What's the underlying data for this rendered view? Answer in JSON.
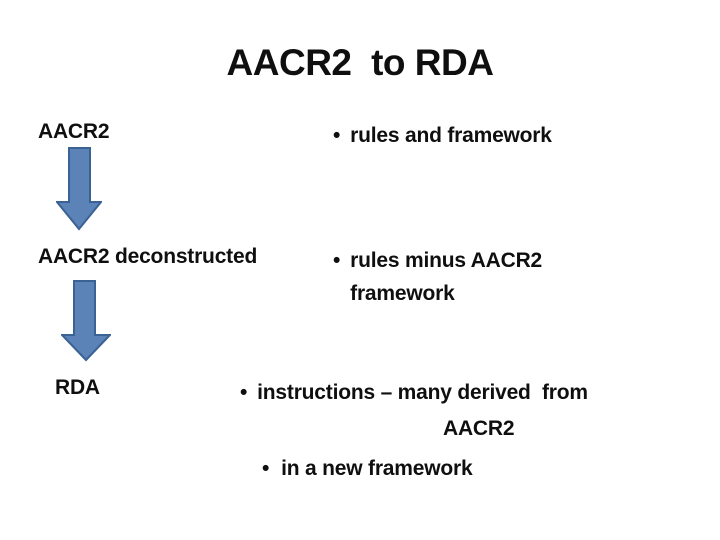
{
  "slide": {
    "title": "AACR2  to RDA",
    "bullet_char": "•",
    "flow": [
      {
        "label": "AACR2"
      },
      {
        "label": "AACR2 deconstructed"
      },
      {
        "label": "RDA"
      }
    ],
    "bullets": [
      {
        "lines": [
          "rules and framework"
        ]
      },
      {
        "lines": [
          "rules minus AACR2",
          "framework"
        ]
      },
      {
        "lines": [
          "instructions – many derived  from",
          "AACR2"
        ]
      },
      {
        "lines": [
          "in a new framework"
        ]
      }
    ],
    "colors": {
      "background": "#ffffff",
      "text": "#0f0f0f",
      "arrow_fill": "#5b83b8",
      "arrow_border": "#3a6293"
    }
  }
}
